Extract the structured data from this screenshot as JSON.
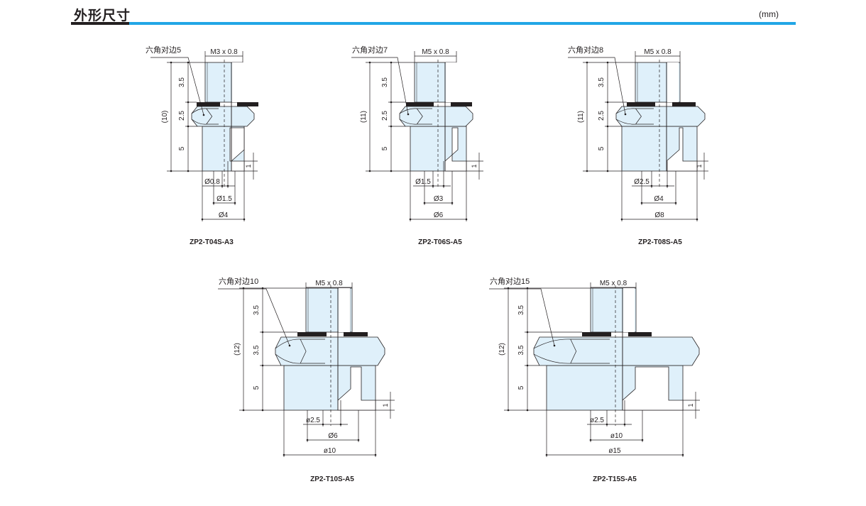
{
  "header": {
    "title": "外形尺寸",
    "unit": "(mm)"
  },
  "colors": {
    "accent_blue": "#22a6e6",
    "fill_light_blue": "#dff0fa",
    "seal_black": "#231f20"
  },
  "models": [
    {
      "name": "ZP2-T04S-A3",
      "hex_label": "六角对边5",
      "thread": "M3 x 0.8",
      "total_height": "(10)",
      "upper_height": "3.5",
      "hex_height": "2.5",
      "body_height": "5",
      "bottom_dim": "1",
      "diameters": [
        "Ø0.8",
        "Ø1.5",
        "Ø4"
      ]
    },
    {
      "name": "ZP2-T06S-A5",
      "hex_label": "六角对边7",
      "thread": "M5 x 0.8",
      "total_height": "(11)",
      "upper_height": "3.5",
      "hex_height": "2.5",
      "body_height": "5",
      "bottom_dim": "1",
      "diameters": [
        "Ø1.5",
        "Ø3",
        "Ø6"
      ]
    },
    {
      "name": "ZP2-T08S-A5",
      "hex_label": "六角对边8",
      "thread": "M5 x 0.8",
      "total_height": "(11)",
      "upper_height": "3.5",
      "hex_height": "2.5",
      "body_height": "5",
      "bottom_dim": "1",
      "diameters": [
        "Ø2.5",
        "Ø4",
        "Ø8"
      ]
    },
    {
      "name": "ZP2-T10S-A5",
      "hex_label": "六角对边10",
      "thread": "M5 x 0.8",
      "total_height": "(12)",
      "upper_height": "3.5",
      "hex_height": "3.5",
      "body_height": "5",
      "bottom_dim": "1",
      "diameters": [
        "ø2.5",
        "Ø6",
        "ø10"
      ]
    },
    {
      "name": "ZP2-T15S-A5",
      "hex_label": "六角对边15",
      "thread": "M5 x 0.8",
      "total_height": "(12)",
      "upper_height": "3.5",
      "hex_height": "3.5",
      "body_height": "5",
      "bottom_dim": "1",
      "diameters": [
        "ø2.5",
        "ø10",
        "ø15"
      ]
    }
  ]
}
